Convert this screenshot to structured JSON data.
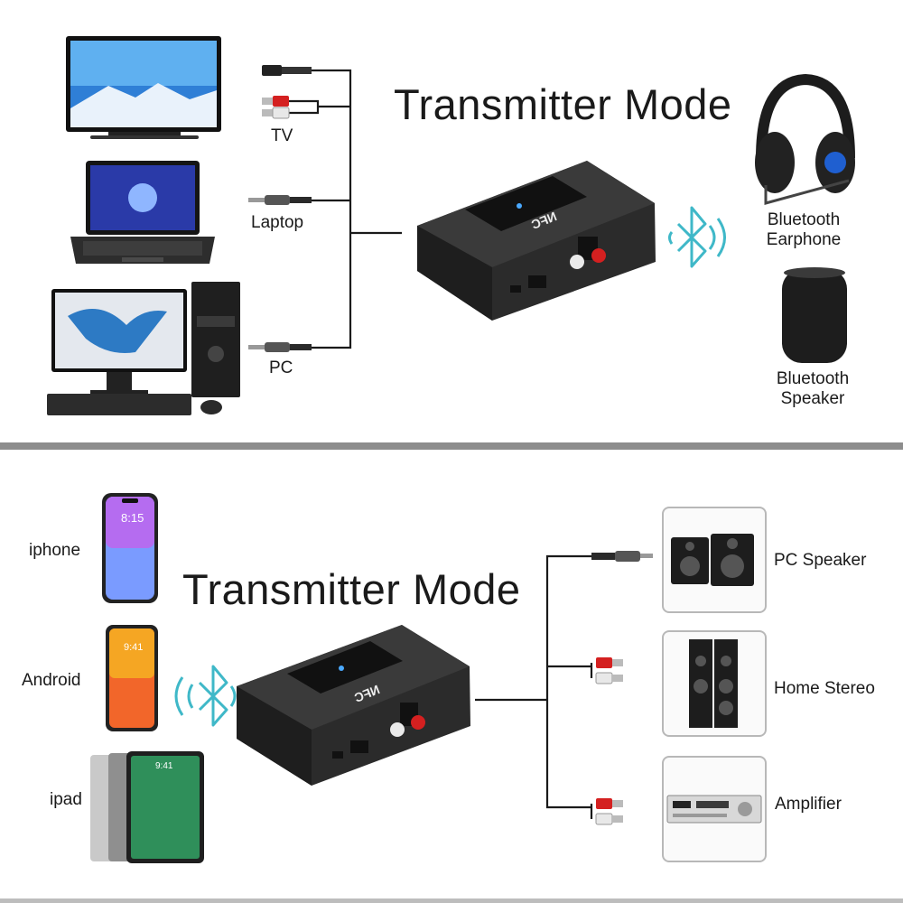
{
  "top": {
    "title": "Transmitter Mode",
    "sources": [
      {
        "label": "TV"
      },
      {
        "label": "Laptop"
      },
      {
        "label": "PC"
      }
    ],
    "device": {
      "nfc_label": "NFC"
    },
    "receivers": [
      {
        "label_line1": "Bluetooth",
        "label_line2": "Earphone"
      },
      {
        "label_line1": "Bluetooth",
        "label_line2": "Speaker"
      }
    ]
  },
  "bottom": {
    "title": "Transmitter Mode",
    "phones": [
      {
        "label": "iphone",
        "time": "8:15"
      },
      {
        "label": "Android",
        "time": "9:41"
      },
      {
        "label": "ipad",
        "time": "9:41"
      }
    ],
    "device": {
      "nfc_label": "NFC"
    },
    "outputs": [
      {
        "label": "PC Speaker"
      },
      {
        "label": "Home Stereo"
      },
      {
        "label": "Amplifier"
      }
    ]
  },
  "colors": {
    "bluetooth": "#3fb8c8",
    "cable": "#1a1a1a",
    "device_body": "#2b2b2b",
    "rca_red": "#d42020",
    "rca_white": "#e8e8e8"
  }
}
